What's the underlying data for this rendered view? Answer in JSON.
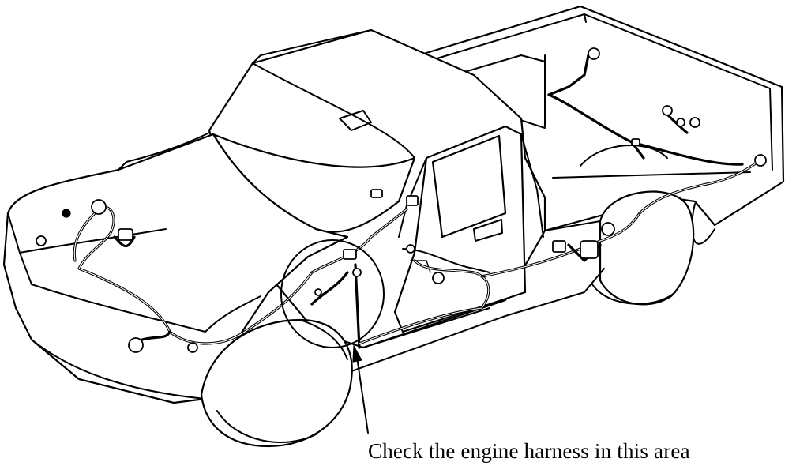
{
  "caption": "Check the engine harness in this area",
  "components": [
    "truck-body",
    "engine-harness",
    "inspection-circle",
    "callout-arrow"
  ]
}
